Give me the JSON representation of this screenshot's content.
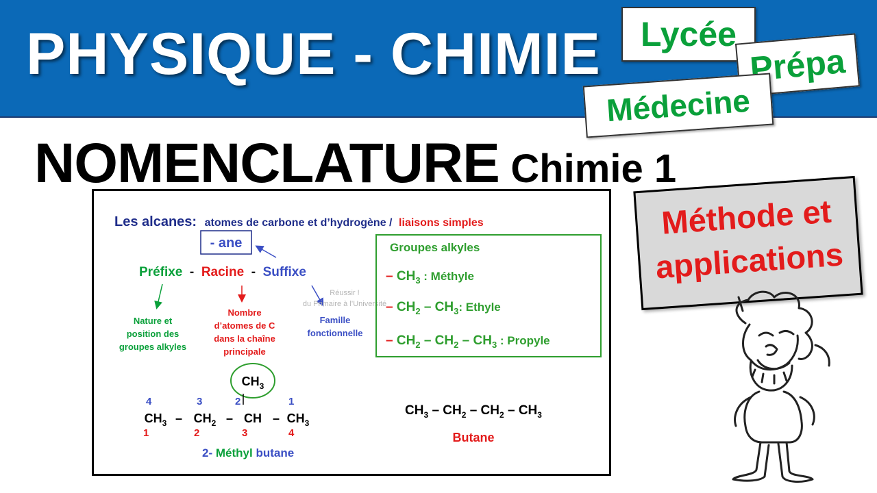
{
  "banner": {
    "title": "PHYSIQUE - CHIMIE"
  },
  "tags": {
    "lycee": "Lycée",
    "prepa": "Prépa",
    "medecine": "Médecine"
  },
  "headline": {
    "main": "NOMENCLATURE",
    "sub": "Chimie 1"
  },
  "bubble": {
    "line1": "Méthode et",
    "line2": "applications"
  },
  "board": {
    "title": "Les alcanes:",
    "title_desc": "atomes de carbone et d’hydrogène /",
    "title_bond": "liaisons simples",
    "suffix_box": "- ane",
    "prefix": "Préfixe",
    "sep1": " - ",
    "racine": "Racine",
    "sep2": " - ",
    "suffixe": "Suffixe",
    "prefix_note": [
      "Nature et",
      "position des",
      "groupes alkyles"
    ],
    "racine_note": [
      "Nombre",
      "d’atomes de C",
      "dans la chaîne",
      "principale"
    ],
    "suffix_note": [
      "Famille",
      "fonctionnelle"
    ],
    "watermark": [
      "Réussir !",
      "du Primaire à l’Université"
    ],
    "groups_title": "Groupes alkyles",
    "groups": [
      {
        "dash": "–",
        "formula": "CH3",
        "name": " : Méthyle"
      },
      {
        "dash": "–",
        "formula": "CH2 – CH3",
        "name": ": Ethyle"
      },
      {
        "dash": "–",
        "formula": "CH2 – CH2 – CH3",
        "name": " : Propyle"
      }
    ],
    "branch": "CH3",
    "chain_top_numbers": [
      "4",
      "3",
      "2",
      "1"
    ],
    "chain": [
      "CH3",
      "–",
      "CH2",
      "–",
      "CH",
      "–",
      "CH3"
    ],
    "chain_bottom_numbers": [
      "1",
      "2",
      "3",
      "4"
    ],
    "name_number": "2-",
    "name_prefix": "Méthyl",
    "name_root": "butane",
    "butane_formula": "CH3 – CH2 – CH2 – CH3",
    "butane_name": "Butane"
  },
  "colors": {
    "banner": "#0b69b7",
    "green": "#0aa03a",
    "red": "#e31b1b",
    "blue": "#3b4fc4",
    "navy": "#1f2d8a",
    "board_green": "#2e9e2e"
  }
}
